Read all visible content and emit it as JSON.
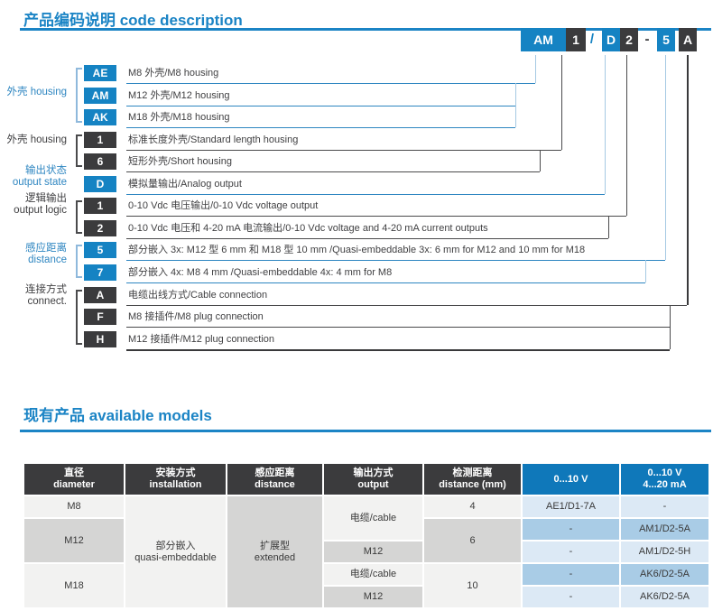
{
  "sections": {
    "code_description_title": "产品编码说明 code description",
    "available_models_title": "现有产品 available models"
  },
  "code": {
    "boxes": [
      {
        "text": "AM"
      },
      {
        "text": "1"
      },
      {
        "text": "D"
      },
      {
        "text": "2"
      },
      {
        "text": "5"
      },
      {
        "text": "A"
      }
    ],
    "sep_slash": "/",
    "sep_dash": "-"
  },
  "diagram": {
    "groups": [
      {
        "label_lines": [
          "外壳 housing"
        ],
        "color": "blue",
        "rows": [
          {
            "code": "AE",
            "desc": "M8 外壳/M8 housing"
          },
          {
            "code": "AM",
            "desc": "M12 外壳/M12 housing"
          },
          {
            "code": "AK",
            "desc": "M18 外壳/M18 housing"
          }
        ]
      },
      {
        "label_lines": [
          "外壳 housing"
        ],
        "color": "dark",
        "rows": [
          {
            "code": "1",
            "desc": "标准长度外壳/Standard length housing"
          },
          {
            "code": "6",
            "desc": "短形外壳/Short housing"
          }
        ]
      },
      {
        "label_lines": [
          "输出状态",
          "output state"
        ],
        "color": "blue",
        "rows": [
          {
            "code": "D",
            "desc": "模拟量输出/Analog output"
          }
        ]
      },
      {
        "label_lines": [
          "逻辑输出",
          "output logic"
        ],
        "color": "dark",
        "rows": [
          {
            "code": "1",
            "desc": "0-10 Vdc 电压输出/0-10 Vdc voltage output"
          },
          {
            "code": "2",
            "desc": "0-10 Vdc 电压和 4-20 mA 电流输出/0-10 Vdc voltage and 4-20 mA current outputs"
          }
        ]
      },
      {
        "label_lines": [
          "感应距离",
          "distance"
        ],
        "color": "blue",
        "rows": [
          {
            "code": "5",
            "desc": "部分嵌入 3x: M12 型 6 mm 和 M18 型 10 mm /Quasi-embeddable 3x: 6 mm for M12 and 10 mm for M18"
          },
          {
            "code": "7",
            "desc": "部分嵌入 4x: M8 4 mm /Quasi-embeddable 4x: 4 mm for M8"
          }
        ]
      },
      {
        "label_lines": [
          "连接方式",
          "connect."
        ],
        "color": "dark",
        "rows": [
          {
            "code": "A",
            "desc": "电缆出线方式/Cable connection"
          },
          {
            "code": "F",
            "desc": "M8 接插件/M8 plug connection"
          },
          {
            "code": "H",
            "desc": "M12 接插件/M12 plug connection"
          }
        ]
      }
    ]
  },
  "table": {
    "headers": [
      {
        "l1": "直径",
        "l2": "diameter"
      },
      {
        "l1": "安装方式",
        "l2": "installation"
      },
      {
        "l1": "感应距离",
        "l2": "distance"
      },
      {
        "l1": "输出方式",
        "l2": "output"
      },
      {
        "l1": "检测距离",
        "l2": "distance (mm)"
      },
      {
        "l1": "0...10 V",
        "l2": ""
      },
      {
        "l1": "0...10 V",
        "l2": "4...20 mA"
      }
    ],
    "body": {
      "diameter": [
        "M8",
        "M12",
        "M18"
      ],
      "installation": {
        "l1": "部分嵌入",
        "l2": "quasi-embeddable"
      },
      "sensing": {
        "l1": "扩展型",
        "l2": "extended"
      },
      "output": [
        "电缆/cable",
        "M12",
        "电缆/cable",
        "M12"
      ],
      "detect": [
        "4",
        "6",
        "10"
      ],
      "col_0_10v": [
        "AE1/D1-7A",
        "-",
        "-",
        "-",
        "-"
      ],
      "col_0_10v_4_20ma": [
        "-",
        "AM1/D2-5A",
        "AM1/D2-5H",
        "AK6/D2-5A",
        "AK6/D2-5A"
      ]
    }
  },
  "colors": {
    "accent_blue": "#1583c3",
    "table_header_blue": "#0f78ba",
    "dark": "#3b3b3d",
    "light_gray": "#f2f2f1",
    "mid_gray": "#d5d5d4",
    "light_blue": "#dce9f5",
    "mid_blue": "#a9cce6"
  }
}
